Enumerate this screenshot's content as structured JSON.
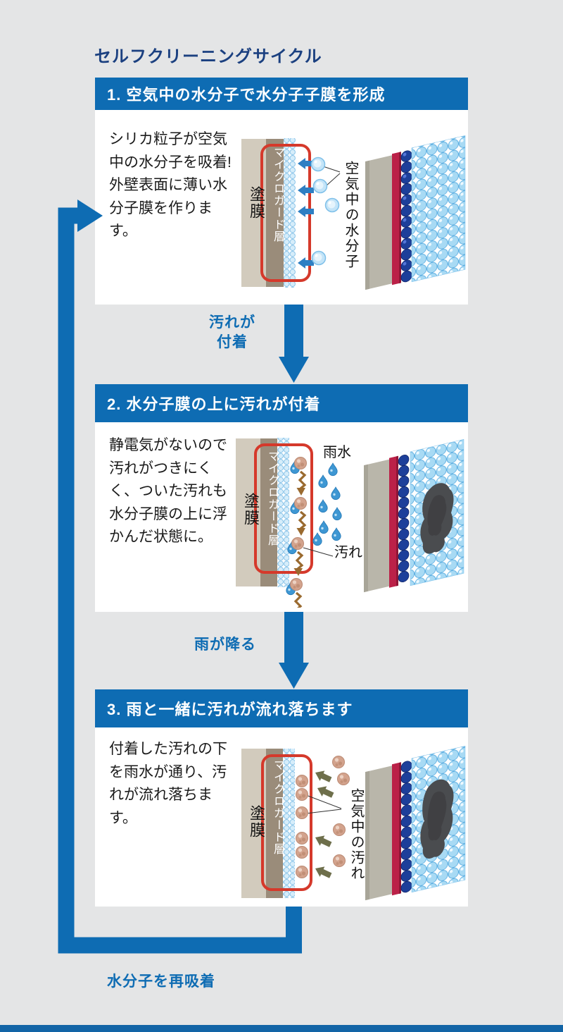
{
  "page": {
    "title": "セルフクリーニングサイクル"
  },
  "colors": {
    "background": "#e4e5e6",
    "accent_blue": "#0e6cb3",
    "title_navy": "#1b4080",
    "red_outline": "#d5392b",
    "coating_beige": "#d2cbbd",
    "microguard_taupe": "#9a8c7a",
    "water_blue": "#c3e4f8",
    "rain_blue": "#3e97d3",
    "dirt_tan": "#d3a38d",
    "bottom_bar_blue": "#1264a6"
  },
  "steps": [
    {
      "header": "1. 空気中の水分子で水分子子膜を形成",
      "body": "シリカ粒子が空気中の水分子を吸着! 外壁表面に薄い水分子膜を作ります。",
      "diagram": {
        "coating": "塗膜",
        "layer": "マイクロガード層",
        "annotation": "空気中の水分子"
      }
    },
    {
      "header": "2. 水分子膜の上に汚れが付着",
      "body": "静電気がないので汚れがつきにくく、ついた汚れも水分子膜の上に浮かんだ状態に。",
      "diagram": {
        "coating": "塗膜",
        "layer": "マイクロガード層",
        "annotation_rain": "雨水",
        "annotation_dirt": "汚れ"
      }
    },
    {
      "header": "3. 雨と一緒に汚れが流れ落ちます",
      "body": "付着した汚れの下を雨水が通り、汚れが流れ落ちます。",
      "diagram": {
        "coating": "塗膜",
        "layer": "マイクロガード層",
        "annotation": "空気中の汚れ"
      }
    }
  ],
  "transitions": [
    {
      "line1": "汚れが",
      "line2": "付着"
    },
    {
      "line1": "雨が降る",
      "line2": ""
    }
  ],
  "loop_label": "水分子を再吸着"
}
